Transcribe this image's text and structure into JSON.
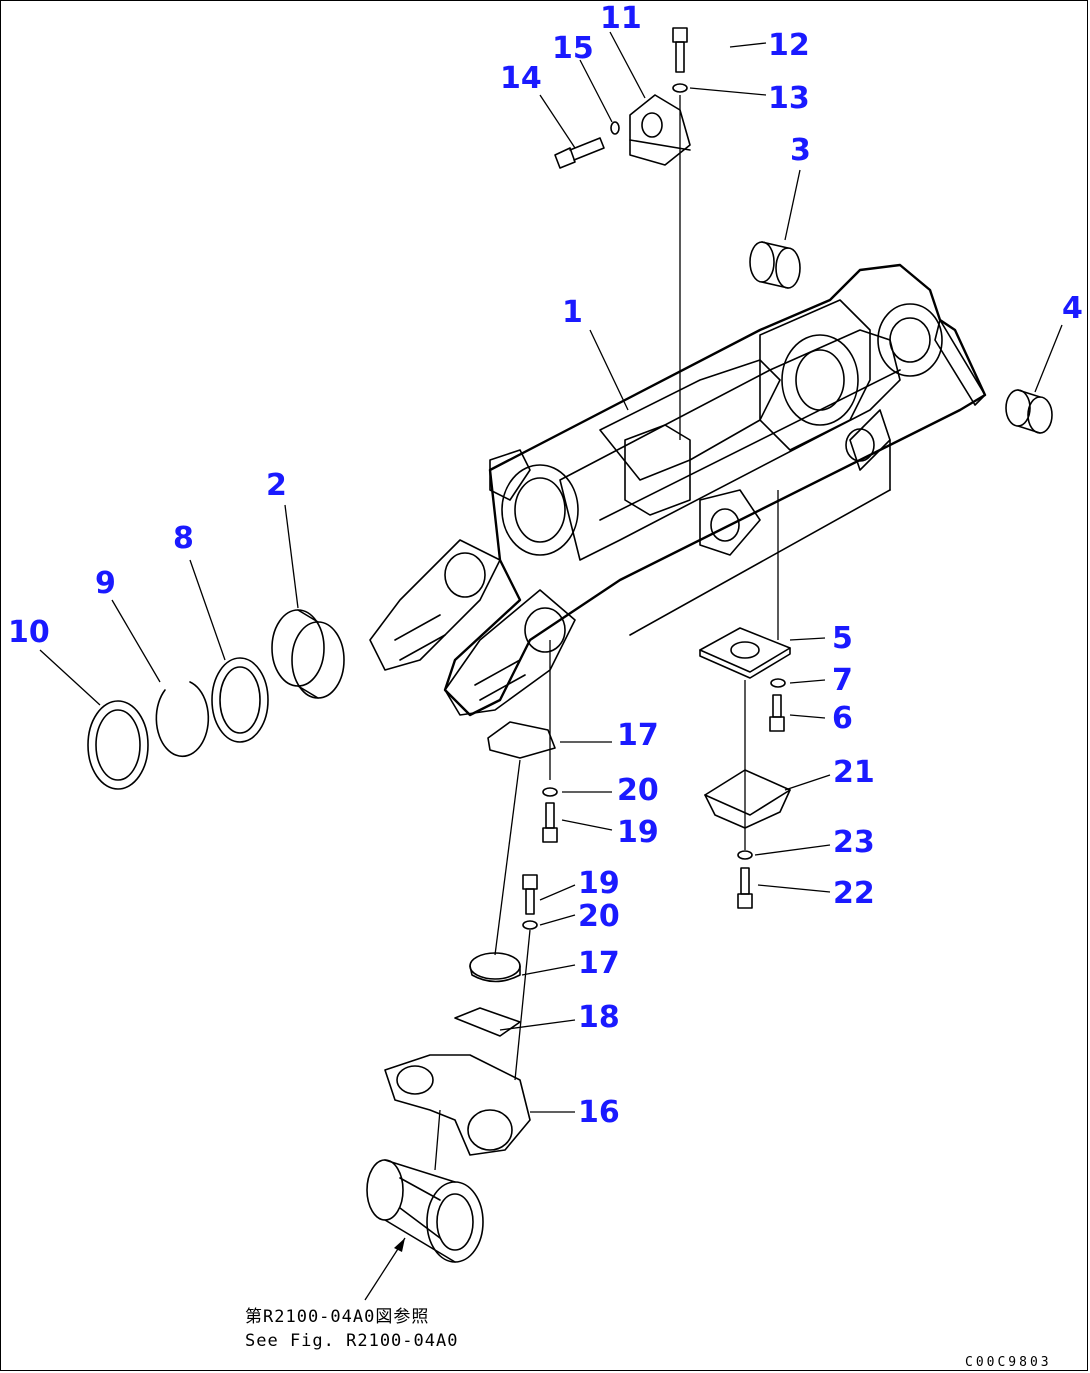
{
  "callouts": {
    "c1": "1",
    "c2": "2",
    "c3": "3",
    "c4": "4",
    "c5": "5",
    "c6": "6",
    "c7": "7",
    "c8": "8",
    "c9": "9",
    "c10": "10",
    "c11": "11",
    "c12": "12",
    "c13": "13",
    "c14": "14",
    "c15": "15",
    "c16": "16",
    "c17a": "17",
    "c17b": "17",
    "c18": "18",
    "c19a": "19",
    "c19b": "19",
    "c20a": "20",
    "c20b": "20",
    "c21": "21",
    "c22": "22",
    "c23": "23"
  },
  "reference": {
    "jp": "第R2100-04A0図参照",
    "en": "See Fig. R2100-04A0"
  },
  "drawing_code": "C00C9803"
}
